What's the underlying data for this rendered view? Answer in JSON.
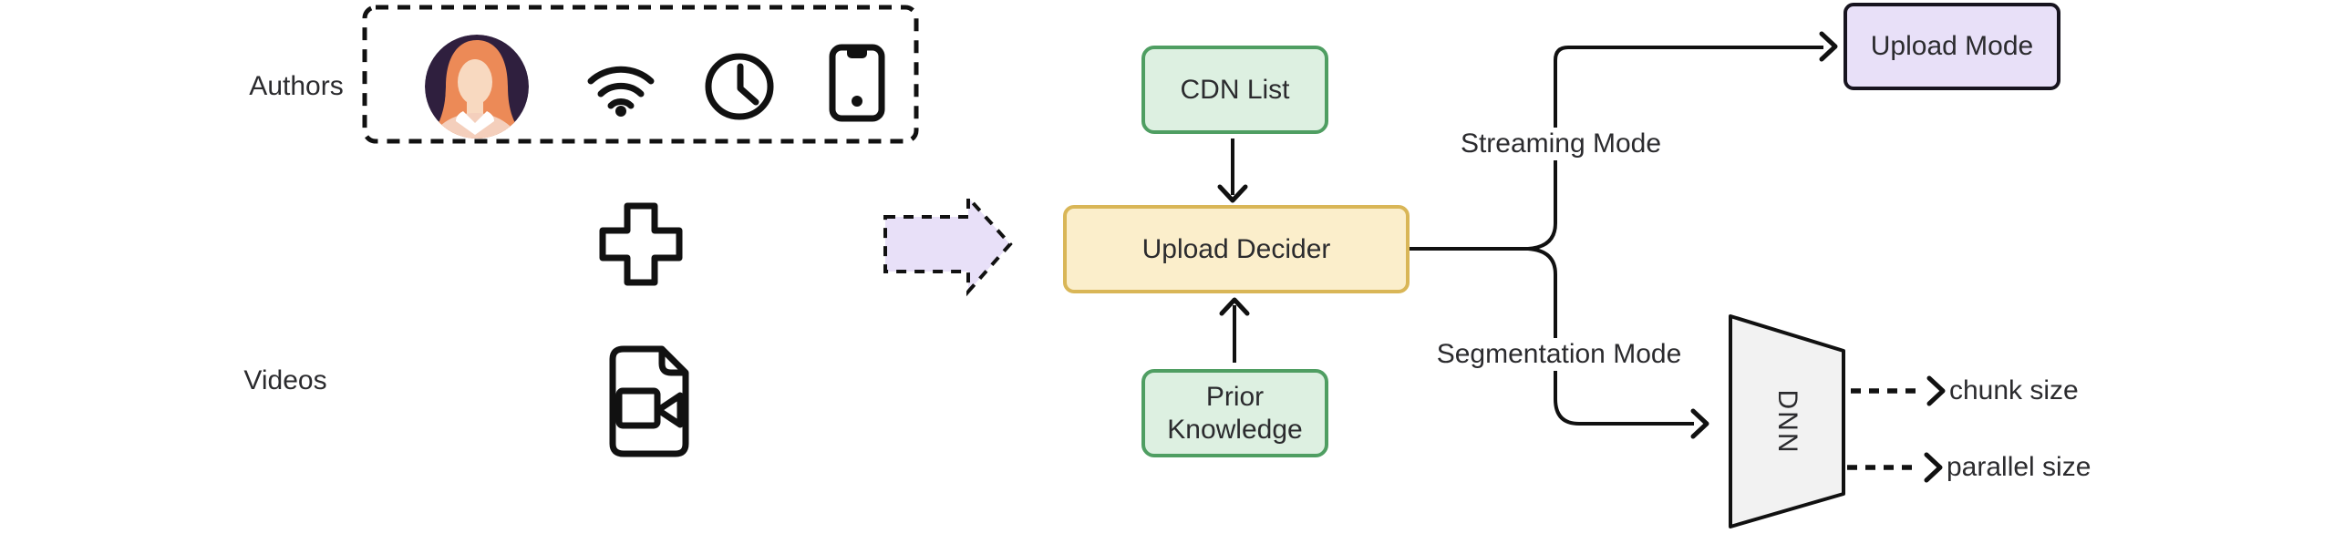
{
  "colors": {
    "canvas_bg": "#ffffff",
    "line": "#111111",
    "text": "#2b2b2e",
    "green_fill": "#ddf0e1",
    "green_border": "#4f9e62",
    "yellow_fill": "#fbeecb",
    "yellow_border": "#d9b657",
    "purple_fill": "#e8e0f8",
    "dark_border": "#17141f",
    "gray_fill": "#f2f2f2",
    "avatar_bg": "#2f1f3e",
    "avatar_hair": "#ec8a57",
    "avatar_skin": "#f8d9c0",
    "avatar_body": "#f4cfbc",
    "avatar_collar": "#ffffff"
  },
  "left_panel": {
    "authors_label": "Authors",
    "videos_label": "Videos",
    "author_icons": [
      "author-avatar",
      "wifi-icon",
      "clock-icon",
      "smartphone-icon"
    ],
    "other_icons": [
      "plus-icon",
      "video-file-icon",
      "dashed-arrow-right-icon"
    ]
  },
  "flow": {
    "cdn_list_label": "CDN List",
    "upload_decider_label": "Upload Decider",
    "prior_knowledge_label": "Prior Knowledge",
    "streaming_mode_label": "Streaming Mode",
    "segmentation_mode_label": "Segmentation Mode",
    "upload_mode_label": "Upload Mode",
    "dnn_label": "DNN",
    "chunk_size_label": "chunk size",
    "parallel_size_label": "parallel size"
  }
}
